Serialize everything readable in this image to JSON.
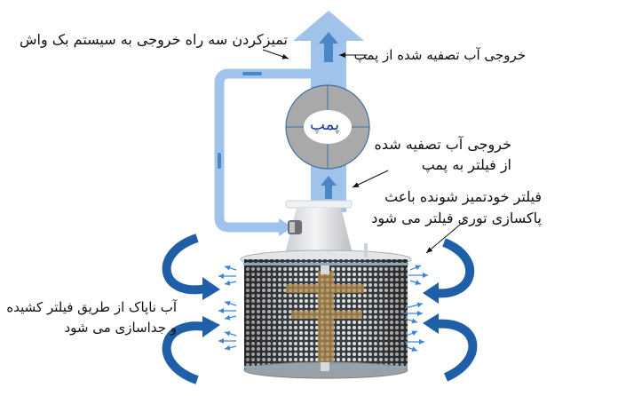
{
  "diagram": {
    "type": "self-cleaning pump filter flow diagram",
    "colors": {
      "pipe_light_blue": "#9fc3ea",
      "pipe_arrow_dark": "#4a86c8",
      "curved_arrow_blue": "#1f5fa8",
      "small_arrow_blue": "#3b86d6",
      "pump_gray": "#a9a9a9",
      "pump_outline": "#3f6fa3",
      "text": "#111111"
    },
    "pump": {
      "label": "پمپ"
    },
    "labels": {
      "backwash": "تمیزکردن سه راه خروجی به سیستم بک واش",
      "pump_outlet": "خروجی آب تصفیه شده از پمپ",
      "filter_to_pump_line1": "خروجی آب تصفیه شده",
      "filter_to_pump_line2": "از فیلتر به پمپ",
      "self_clean_line1": "فیلتر خودتمیز شونده باعث",
      "self_clean_line2": "پاکسازی توری فیلتر می شود",
      "dirty_water_line1": "آب ناپاک از طریق فیلتر کشیده",
      "dirty_water_line2": "و جداسازی می شود"
    }
  }
}
